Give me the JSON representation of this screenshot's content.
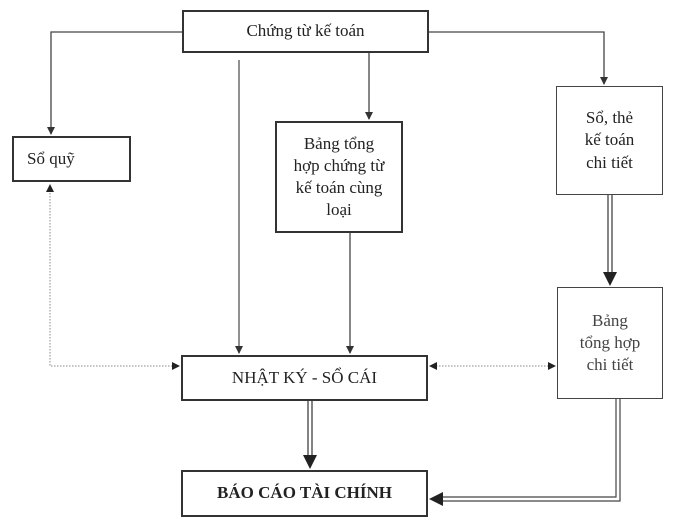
{
  "diagram": {
    "nodes": {
      "chung_tu": "Chứng từ kế toán",
      "so_quy": "Sổ quỹ",
      "bang_tong_hop_chung_tu": "Bảng tổng\nhợp chứng từ\nkế toán cùng\nloại",
      "so_the_chi_tiet": "Sổ, thẻ\nkế toán\nchi tiết",
      "nhat_ky_so_cai": "NHẬT KÝ - SỔ CÁI",
      "bang_tong_hop_chi_tiet": "Bảng\ntổng hợp\nchi tiết",
      "bao_cao_tai_chinh": "BÁO CÁO TÀI CHÍNH"
    },
    "edges": [
      {
        "from": "chung_tu",
        "to": "so_quy",
        "style": "solid"
      },
      {
        "from": "chung_tu",
        "to": "nhat_ky_so_cai",
        "style": "solid"
      },
      {
        "from": "chung_tu",
        "to": "bang_tong_hop_chung_tu",
        "style": "solid"
      },
      {
        "from": "chung_tu",
        "to": "so_the_chi_tiet",
        "style": "solid"
      },
      {
        "from": "bang_tong_hop_chung_tu",
        "to": "nhat_ky_so_cai",
        "style": "solid"
      },
      {
        "from": "so_the_chi_tiet",
        "to": "bang_tong_hop_chi_tiet",
        "style": "double"
      },
      {
        "from": "nhat_ky_so_cai",
        "to": "bao_cao_tai_chinh",
        "style": "double"
      },
      {
        "from": "bang_tong_hop_chi_tiet",
        "to": "bao_cao_tai_chinh",
        "style": "double"
      },
      {
        "from": "so_quy",
        "to": "nhat_ky_so_cai",
        "style": "dotted",
        "bidirectional": true
      },
      {
        "from": "nhat_ky_so_cai",
        "to": "bang_tong_hop_chi_tiet",
        "style": "dotted",
        "bidirectional": true
      }
    ]
  }
}
